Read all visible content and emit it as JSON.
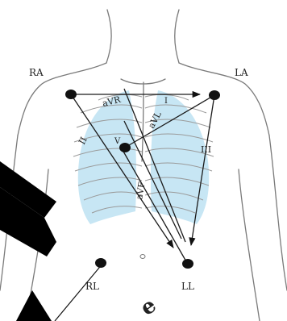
{
  "electrodes": {
    "ra": "RA",
    "la": "LA",
    "rl": "RL",
    "ll": "LL"
  },
  "leads": {
    "avr": "aVR",
    "avl": "aVL",
    "avf": "aVF",
    "lead_i": "I",
    "lead_ii": "II",
    "lead_iii": "III",
    "v": "V"
  },
  "partial_text": "e",
  "colors": {
    "lung_fill": "#c7e6f4",
    "electrode": "#111111",
    "wedge": "#000000"
  }
}
